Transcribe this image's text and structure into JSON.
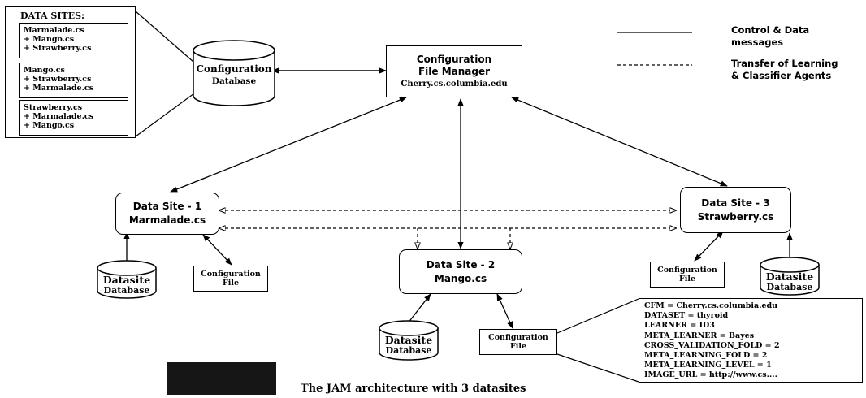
{
  "legend": {
    "solid": [
      "Control & Data",
      "messages"
    ],
    "dashed": [
      "Transfer of Learning",
      "& Classifier Agents"
    ]
  },
  "data_sites_panel": {
    "title": "DATA SITES:",
    "groups": [
      {
        "name": "Marmalade.cs",
        "items": [
          "+ Mango.cs",
          "+ Strawberry.cs"
        ]
      },
      {
        "name": "Mango.cs",
        "items": [
          "+ Strawberry.cs",
          "+ Marmalade.cs"
        ]
      },
      {
        "name": "Strawberry.cs",
        "items": [
          "+ Marmalade.cs",
          "+ Mango.cs"
        ]
      }
    ]
  },
  "config_db": [
    "Configuration",
    "Database"
  ],
  "cfm": {
    "line1": "Configuration",
    "line2": "File Manager",
    "host": "Cherry.cs.columbia.edu"
  },
  "site1": {
    "title": "Data Site - 1",
    "host": "Marmalade.cs"
  },
  "site2": {
    "title": "Data Site - 2",
    "host": "Mango.cs"
  },
  "site3": {
    "title": "Data Site - 3",
    "host": "Strawberry.cs"
  },
  "datasite_db": [
    "Datasite",
    "Database"
  ],
  "config_file": [
    "Configuration",
    "File"
  ],
  "params": [
    "CFM = Cherry.cs.columbia.edu",
    "DATASET = thyroid",
    "LEARNER = ID3",
    "META_LEARNER = Bayes",
    "CROSS_VALIDATION_FOLD = 2",
    "META_LEARNING_FOLD = 2",
    "META_LEARNING_LEVEL = 1",
    "IMAGE_URL = http://www.cs...."
  ],
  "caption": "The JAM architecture with 3 datasites"
}
